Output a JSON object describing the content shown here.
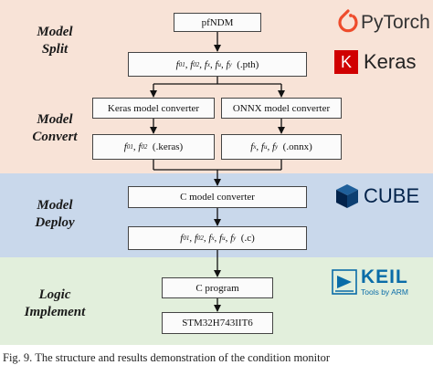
{
  "colors": {
    "split_band": "#f8e3d7",
    "convert_band": "#f8e3d7",
    "deploy_band": "#c9d8eb",
    "logic_band": "#e2efdc",
    "pytorch": "#ee4c2c",
    "keras": "#d00000",
    "cube": "#03234b",
    "keil": "#0a6ca8"
  },
  "bands": {
    "split": {
      "line1": "Model",
      "line2": "Split"
    },
    "convert": {
      "line1": "Model",
      "line2": "Convert"
    },
    "deploy": {
      "line1": "Model",
      "line2": "Deploy"
    },
    "logic": {
      "line1": "Logic",
      "line2": "Implement"
    }
  },
  "boxes": {
    "pfndm": "pfNDM",
    "split_out": {
      "f1": "f",
      "s1": "01",
      "f2": "f",
      "s2": "02",
      "f3": "f",
      "s3": "x",
      "f4": "f",
      "s4": "u",
      "f5": "f",
      "s5": "y",
      "ext": "(.pth)"
    },
    "keras_converter": "Keras model converter",
    "onnx_converter": "ONNX model converter",
    "keras_out": {
      "f1": "f",
      "s1": "01",
      "f2": "f",
      "s2": "02",
      "ext": "(.keras)"
    },
    "onnx_out": {
      "f1": "f",
      "s1": "x",
      "f2": "f",
      "s2": "u",
      "f3": "f",
      "s3": "y",
      "ext": "(.onnx)"
    },
    "c_converter": "C model converter",
    "deploy_out": {
      "f1": "f",
      "s1": "01",
      "f2": "f",
      "s2": "02",
      "f3": "f",
      "s3": "x",
      "f4": "f",
      "s4": "u",
      "f5": "f",
      "s5": "y",
      "ext": "(.c)"
    },
    "c_program": "C program",
    "mcu": "STM32H743IIT6"
  },
  "logos": {
    "pytorch": {
      "text": "PyTorch",
      "icon": "pytorch-flame-icon"
    },
    "keras": {
      "letter": "K",
      "text": "Keras",
      "icon": "keras-k-icon"
    },
    "cube": {
      "text": "CUBE",
      "icon": "cube-icon"
    },
    "keil": {
      "text": "KEIL",
      "sub": "Tools by ARM",
      "icon": "keil-arrow-icon"
    }
  },
  "caption": "Fig. 9.   The structure and results demonstration of the condition monitor"
}
